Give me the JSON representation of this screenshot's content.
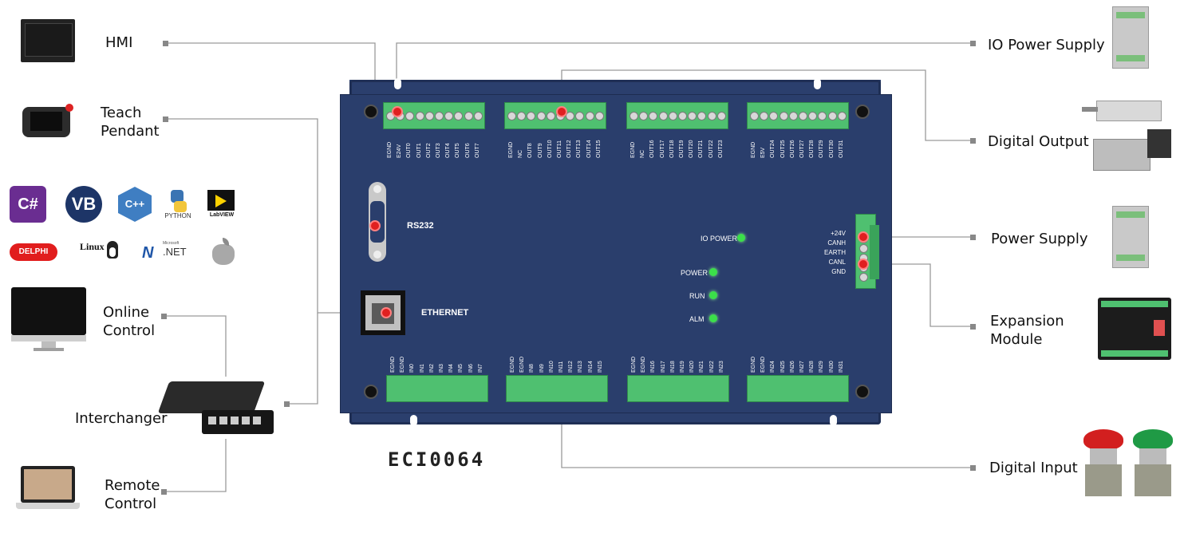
{
  "left_labels": {
    "hmi": "HMI",
    "teach_pendant": "Teach\nPendant",
    "online_control": "Online\nControl",
    "interchanger": "Interchanger",
    "remote_control": "Remote\nControl"
  },
  "right_labels": {
    "io_power_supply": "IO Power Supply",
    "digital_output": "Digital Output",
    "power_supply": "Power Supply",
    "expansion_module": "Expansion\nModule",
    "digital_input": "Digital Input"
  },
  "languages": {
    "csharp": "C#",
    "vb": "VB",
    "cpp": "C++",
    "python": "PYTHON",
    "labview": "LabVIEW",
    "delphi": "DELPHI",
    "linux": "Linux",
    "dotnet": ".NET",
    "dotnet_small": "Microsoft"
  },
  "board": {
    "model": "ECI0064",
    "rs232": "RS232",
    "ethernet": "ETHERNET",
    "io_power": "IO POWER",
    "power": "POWER",
    "run": "RUN",
    "alm": "ALM",
    "power_terminal": [
      "+24V",
      "CANH",
      "EARTH",
      "CANL",
      "GND"
    ],
    "top_terminals": [
      [
        "EGND",
        "E24V",
        "OUT0",
        "OUT1",
        "OUT2",
        "OUT3",
        "OUT4",
        "OUT5",
        "OUT6",
        "OUT7"
      ],
      [
        "EGND",
        "NC",
        "OUT8",
        "OUT9",
        "OUT10",
        "OUT11",
        "OUT12",
        "OUT13",
        "OUT14",
        "OUT15"
      ],
      [
        "EGND",
        "NC",
        "OUT16",
        "OUT17",
        "OUT18",
        "OUT19",
        "OUT20",
        "OUT21",
        "OUT22",
        "OUT23"
      ],
      [
        "EGND",
        "E5V",
        "OUT24",
        "OUT25",
        "OUT26",
        "OUT27",
        "OUT28",
        "OUT29",
        "OUT30",
        "OUT31"
      ]
    ],
    "bottom_terminals": [
      [
        "EGND",
        "EGND",
        "IN0",
        "IN1",
        "IN2",
        "IN3",
        "IN4",
        "IN5",
        "IN6",
        "IN7"
      ],
      [
        "EGND",
        "EGND",
        "IN8",
        "IN9",
        "IN10",
        "IN11",
        "IN12",
        "IN13",
        "IN14",
        "IN15"
      ],
      [
        "EGND",
        "EGND",
        "IN16",
        "IN17",
        "IN18",
        "IN19",
        "IN20",
        "IN21",
        "IN22",
        "IN23"
      ],
      [
        "EGND",
        "EGND",
        "IN24",
        "IN25",
        "IN26",
        "IN27",
        "IN28",
        "IN29",
        "IN30",
        "IN31"
      ]
    ]
  },
  "colors": {
    "board": "#2a3e6c",
    "terminal": "#4fc070",
    "connector_line": "#9a9a9a",
    "led": "#3be04a",
    "marker": "#e02020"
  }
}
